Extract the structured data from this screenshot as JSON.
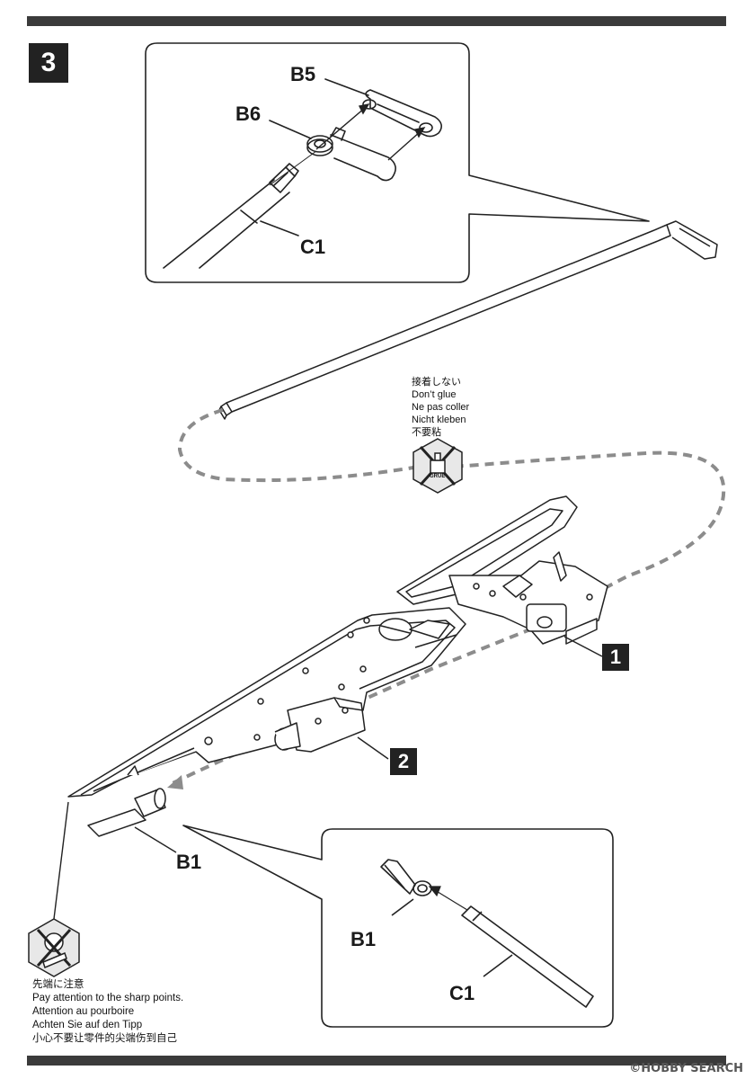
{
  "step": {
    "number": "3"
  },
  "parts": {
    "b5": "B5",
    "b6": "B6",
    "c1_top": "C1",
    "b1_main": "B1",
    "b1_inset": "B1",
    "c1_inset": "C1"
  },
  "sub_steps": {
    "one": "1",
    "two": "2"
  },
  "dont_glue": {
    "lines": [
      "接着しない",
      "Don’t glue",
      "Ne pas coller",
      "Nicht kleben",
      "不要粘"
    ],
    "icon_text": "GRUE"
  },
  "sharp_points": {
    "lines": [
      "先端に注意",
      "Pay attention to the sharp points.",
      "Attention au pourboire",
      "Achten Sie auf den Tipp",
      "小心不要让零件的尖端伤到自己"
    ]
  },
  "watermark": "©HOBBY SEARCH",
  "colors": {
    "bar": "#3b3b3b",
    "ink": "#222222",
    "dash": "#8c8c8c"
  }
}
